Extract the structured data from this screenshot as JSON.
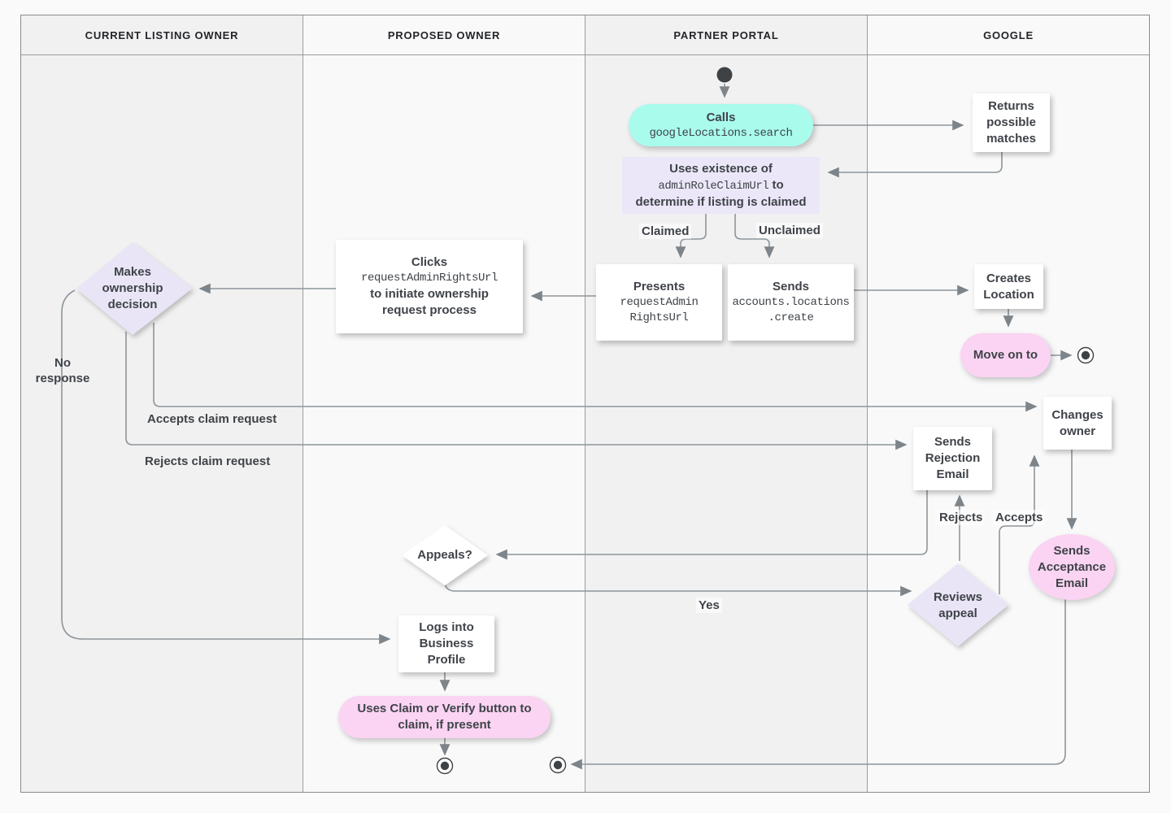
{
  "lanes": [
    "CURRENT LISTING OWNER",
    "PROPOSED OWNER",
    "PARTNER PORTAL",
    "GOOGLE"
  ],
  "nodes": {
    "calls": {
      "title": "Calls",
      "code": "googleLocations.search"
    },
    "returns_matches": {
      "text": "Returns possible matches"
    },
    "uses_existence": {
      "line1": "Uses existence of",
      "code": "adminRoleClaimUrl",
      "line2_suffix": " to",
      "line3": "determine if listing is claimed"
    },
    "presents": {
      "title": "Presents",
      "code_line1": "requestAdmin",
      "code_line2": "RightsUrl"
    },
    "sends_create": {
      "title": "Sends",
      "code_line1": "accounts.locations",
      "code_line2": ".create"
    },
    "creates_location": {
      "text": "Creates Location"
    },
    "move_on": {
      "text": "Move on to"
    },
    "clicks": {
      "title": "Clicks",
      "code": "requestAdminRightsUrl",
      "line3": "to initiate ownership",
      "line4": "request process"
    },
    "makes_decision": {
      "text": "Makes ownership decision"
    },
    "changes_owner": {
      "text": "Changes owner"
    },
    "sends_rejection": {
      "text": "Sends Rejection Email"
    },
    "appeals": {
      "text": "Appeals?"
    },
    "reviews_appeal": {
      "text": "Reviews appeal"
    },
    "sends_acceptance": {
      "text": "Sends Acceptance Email"
    },
    "logs_into": {
      "text": "Logs into Business Profile"
    },
    "uses_claim": {
      "text": "Uses Claim or Verify button to claim, if present"
    }
  },
  "edge_labels": {
    "claimed": "Claimed",
    "unclaimed": "Unclaimed",
    "no_response": "No response",
    "accepts_claim": "Accepts claim request",
    "rejects_claim": "Rejects claim request",
    "rejects": "Rejects",
    "accepts": "Accepts",
    "yes": "Yes"
  },
  "colors": {
    "teal": "#A9FBEC",
    "lavender": "#EBE7F8",
    "pink": "#FAD4F2",
    "node_white": "#FFFFFF",
    "line_gray": "#8E959B",
    "text_gray": "#3F4349",
    "lane_dark": "#F1F1F1",
    "lane_light": "#F9F9F9"
  }
}
